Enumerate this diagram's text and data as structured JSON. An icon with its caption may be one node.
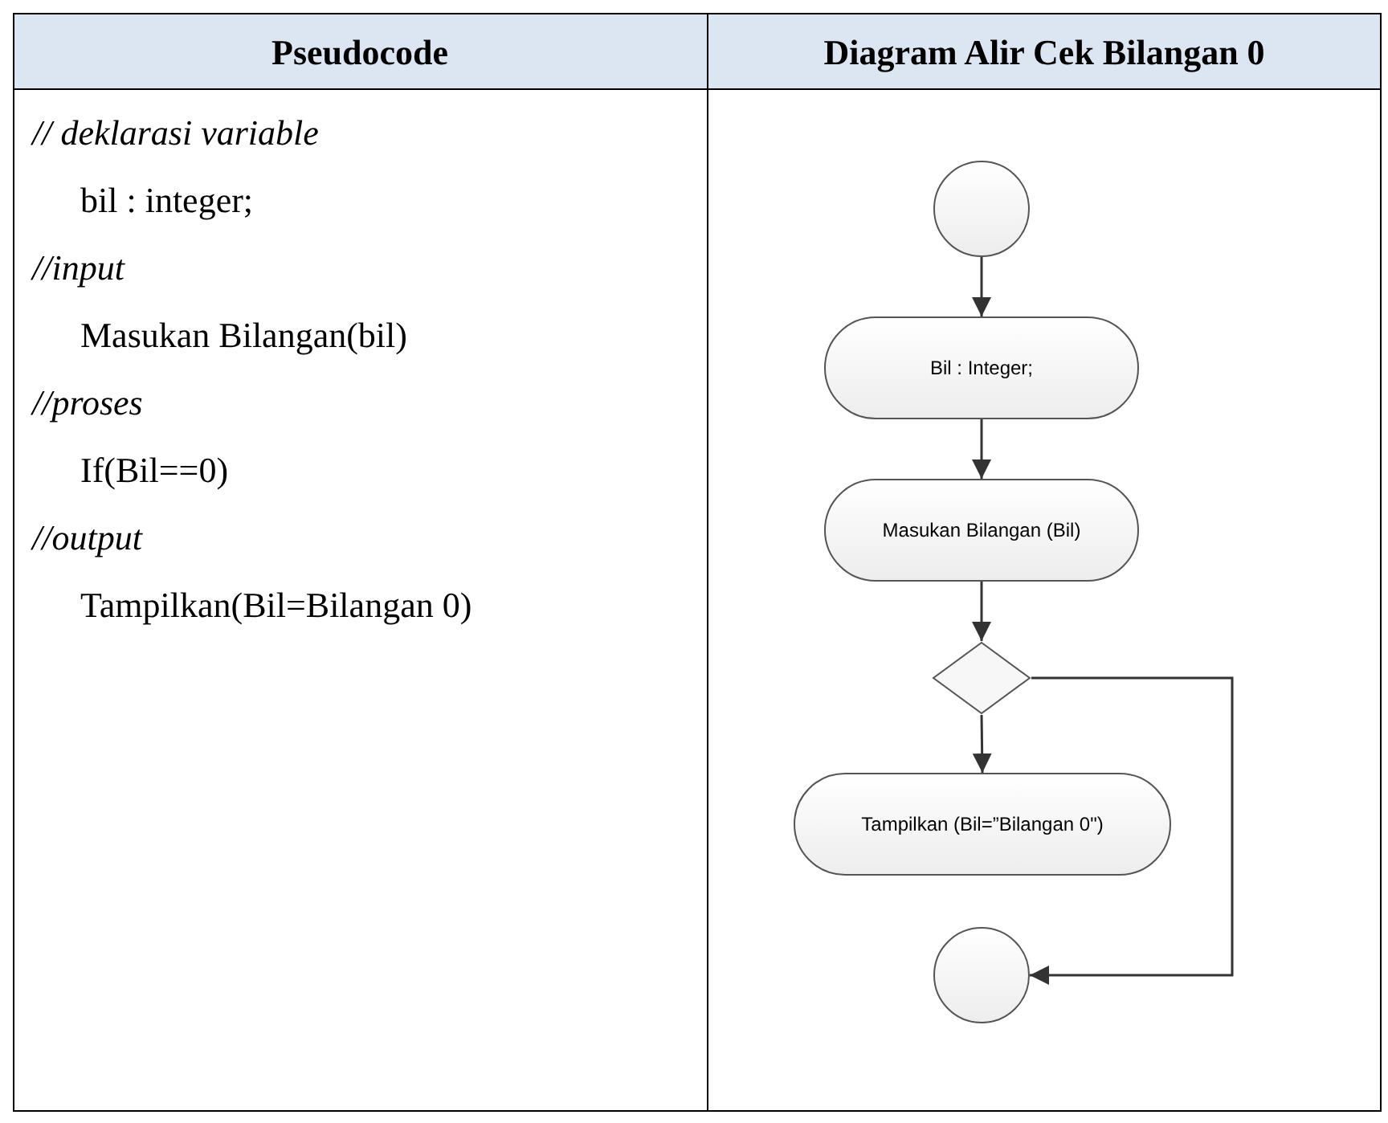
{
  "diagram": {
    "nodes": [
      {
        "text": [],
        "shape": "circle"
      },
      {
        "text": [
          "Bil : Integer;"
        ]
      },
      {
        "text": [
          "Masukan Bilangan (Bil)"
        ]
      },
      {
        "text": [],
        "shape": "diamond"
      },
      {
        "text": [
          "Tampilkan (Bil=”Bilangan 0\")"
        ]
      },
      {
        "text": [],
        "shape": "circle"
      }
    ],
    "edges": [
      {
        "from": 0,
        "to": 1,
        "arrow": "to"
      },
      {
        "from": 1,
        "to": 2,
        "arrow": "to"
      },
      {
        "from": 2,
        "to": 3,
        "arrow": "to"
      },
      {
        "from": 3,
        "to": 4,
        "arrow": "to"
      },
      {
        "from": 3,
        "to": 5,
        "arrow": "to"
      }
    ],
    "labels": [
      "Pseudocode",
      "Diagram Alir Cek Bilangan 0",
      "// deklarasi variable",
      "bil : integer;",
      "//input",
      "Masukan Bilangan(bil)",
      "//proses",
      "If(Bil==0)",
      "//output",
      "Tampilkan(Bil=Bilangan 0)"
    ]
  }
}
